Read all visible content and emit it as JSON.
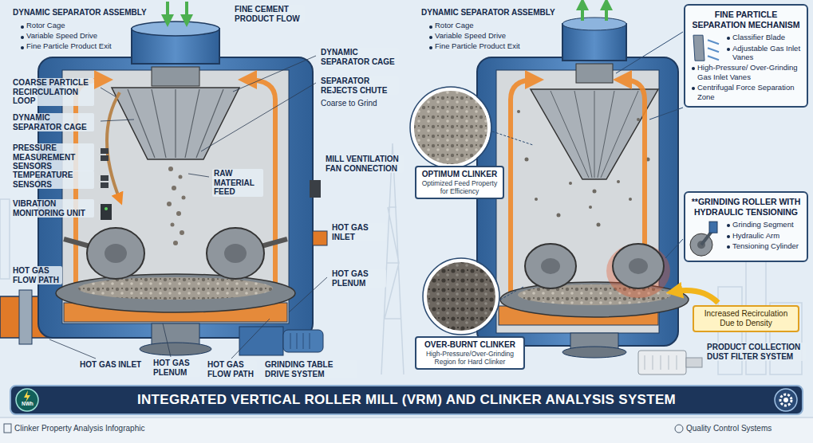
{
  "diagram": {
    "title": "INTEGRATED VERTICAL ROLLER MILL (VRM) AND CLINKER ANALYSIS SYSTEM",
    "nodes": [
      {
        "text": [
          "FINE PARTICLE SEPARATION MECHANISM",
          "Classifier Blade",
          "Adjustable Gas Inlet Vanes",
          "High-Pressure/ Over-Grinding Gas Inlet Vanes",
          "Centrifugal Force Separation Zone"
        ]
      },
      {
        "text": [
          "OPTIMUM CLINKER",
          "Optimized Feed Property for Efficiency"
        ]
      },
      {
        "text": [
          "**GRINDING ROLLER WITH HYDRAULIC TENSIONING",
          "Grinding Segment",
          "Hydraulic Arm",
          "Tensioning Cylinder"
        ]
      },
      {
        "text": [
          "Increased Recirculation Due to Density"
        ]
      },
      {
        "text": [
          "OVER-BURNT CLINKER",
          "High-Pressure/Over-Grinding Region for Hard Clinker"
        ]
      }
    ],
    "labels": [
      "DYNAMIC SEPARATOR ASSEMBLY",
      "Rotor Cage",
      "Variable Speed Drive",
      "Fine Particle Product Exit",
      "FINE CEMENT PRODUCT FLOW",
      "DYNAMIC SEPARATOR CAGE",
      "COARSE PARTICLE RECIRCULATION LOOP",
      "DYNAMIC SEPARATOR CAGE",
      "SEPARATOR REJECTS CHUTE",
      "Coarse to Grind",
      "PRESSURE MEASUREMENT SENSORS",
      "TEMPERATURE SENSORS",
      "RAW MATERIAL FEED",
      "MILL VENTILATION FAN CONNECTION",
      "VIBRATION MONITORING UNIT",
      "HOT GAS INLET",
      "HOT GAS FLOW PATH",
      "HOT GAS PLENUM",
      "HOT GAS INLET",
      "HOT GAS PLENUM",
      "HOT GAS FLOW PATH",
      "GRINDING TABLE DRIVE SYSTEM",
      "DYNAMIC SEPARATOR ASSEMBLY",
      "Rotor Cage",
      "Variable Speed Drive",
      "Fine Particle Product Exit",
      "PRODUCT COLLECTION DUST FILTER SYSTEM",
      "NWh",
      "Clinker Property Analysis Infographic",
      "Quality Control Systems"
    ]
  }
}
